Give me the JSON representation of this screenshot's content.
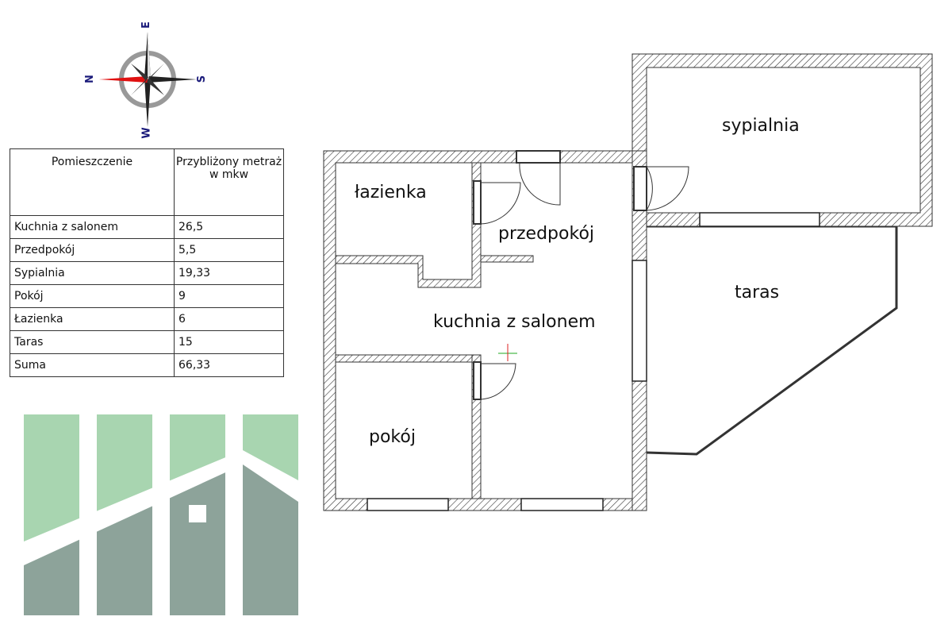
{
  "compass": {
    "n": "N",
    "e": "E",
    "s": "S",
    "w": "W"
  },
  "table": {
    "headers": [
      "Pomieszczenie",
      "Przybliżony metraż w mkw"
    ],
    "rows": [
      [
        "Kuchnia z salonem",
        "26,5"
      ],
      [
        "Przedpokój",
        "5,5"
      ],
      [
        "Sypialnia",
        "19,33"
      ],
      [
        "Pokój",
        "9"
      ],
      [
        "Łazienka",
        "6"
      ],
      [
        "Taras",
        "15"
      ],
      [
        "Suma",
        "66,33"
      ]
    ]
  },
  "rooms": {
    "lazienka": "łazienka",
    "przedpokoj": "przedpokój",
    "sypialnia": "sypialnia",
    "kuchnia": "kuchnia z salonem",
    "pokoj": "pokój",
    "taras": "taras"
  },
  "colors": {
    "logo_light": "#a8d5b0",
    "logo_dark": "#8da39a",
    "compass_red": "#e01010"
  }
}
